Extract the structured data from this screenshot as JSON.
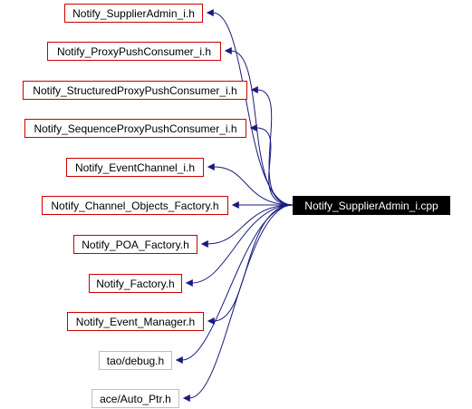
{
  "graph": {
    "root": {
      "label": "Notify_SupplierAdmin_i.cpp",
      "fill": "#000000",
      "text_color": "#ffffff"
    },
    "edge_color": "#1a1a80",
    "includes": [
      {
        "label": "Notify_SupplierAdmin_i.h",
        "border": "#cc0000",
        "documented": true
      },
      {
        "label": "Notify_ProxyPushConsumer_i.h",
        "border": "#cc0000",
        "documented": true
      },
      {
        "label": "Notify_StructuredProxyPushConsumer_i.h",
        "border": "#cc0000",
        "documented": true
      },
      {
        "label": "Notify_SequenceProxyPushConsumer_i.h",
        "border": "#cc0000",
        "documented": true
      },
      {
        "label": "Notify_EventChannel_i.h",
        "border": "#cc0000",
        "documented": true
      },
      {
        "label": "Notify_Channel_Objects_Factory.h",
        "border": "#cc0000",
        "documented": true
      },
      {
        "label": "Notify_POA_Factory.h",
        "border": "#cc0000",
        "documented": true
      },
      {
        "label": "Notify_Factory.h",
        "border": "#cc0000",
        "documented": true
      },
      {
        "label": "Notify_Event_Manager.h",
        "border": "#cc0000",
        "documented": true
      },
      {
        "label": "tao/debug.h",
        "border": "#bfbfbf",
        "documented": false
      },
      {
        "label": "ace/Auto_Ptr.h",
        "border": "#bfbfbf",
        "documented": false
      }
    ]
  }
}
